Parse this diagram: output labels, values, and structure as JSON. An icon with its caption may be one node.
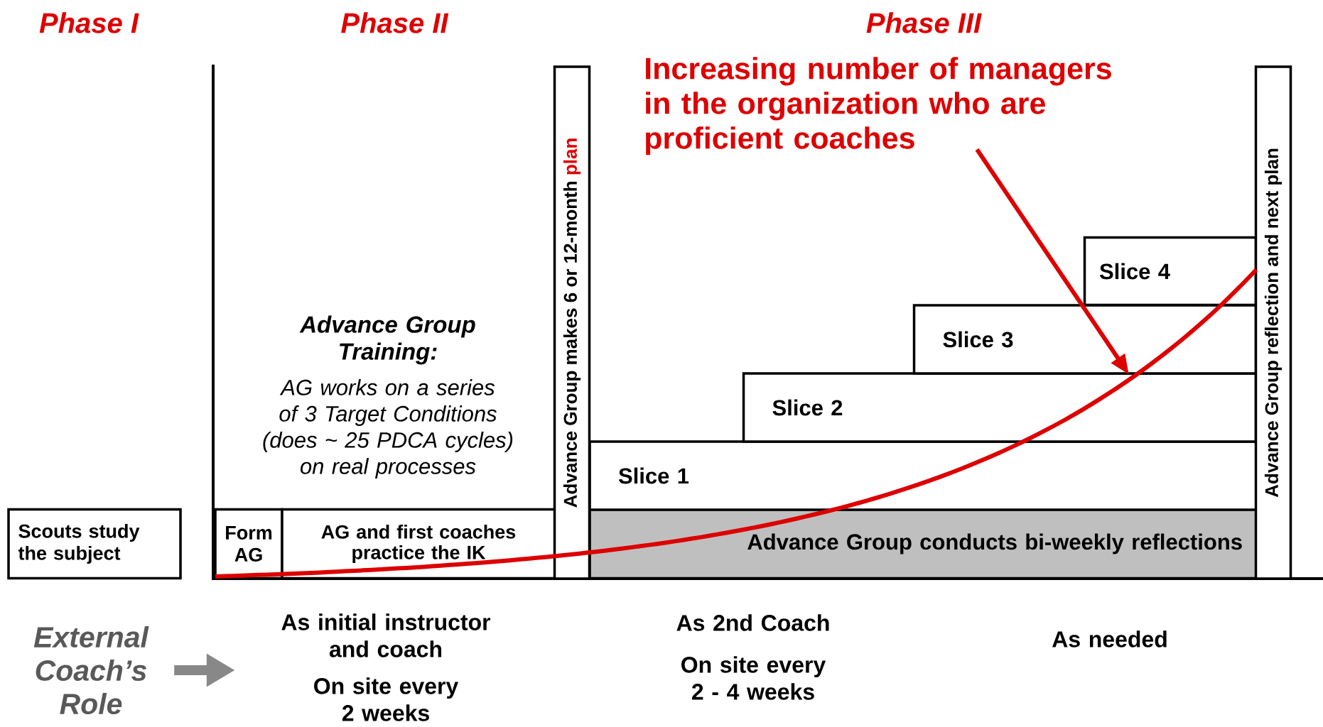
{
  "diagram": {
    "nodes": [
      {
        "text": [
          "Scouts study the subject"
        ]
      },
      {
        "text": [
          "Form AG"
        ]
      },
      {
        "text": [
          "AG and first coaches practice the IK"
        ]
      },
      {
        "text": [
          "Advance Group makes 6 or 12-month",
          "plan"
        ]
      },
      {
        "text": [
          "Advance Group conducts bi-weekly reflections"
        ]
      },
      {
        "text": [
          "Slice 1"
        ]
      },
      {
        "text": [
          "Slice 2"
        ]
      },
      {
        "text": [
          "Slice 3"
        ]
      },
      {
        "text": [
          "Slice 4"
        ]
      },
      {
        "text": [
          "Advance Group reflection and next plan"
        ]
      },
      {
        "text": [
          "Increasing number of managers in the organization who are proficient coaches"
        ]
      },
      {
        "text": [
          "External Coach’s Role"
        ]
      },
      {
        "text": [
          "As initial instructor and coach"
        ]
      }
    ],
    "edges": [
      {
        "from": 10,
        "to": 7,
        "arrow": "to",
        "color": "#dd0000"
      },
      {
        "from": 11,
        "to": 12,
        "arrow": "to",
        "color": "#888888",
        "style": "thick"
      }
    ],
    "labels": [
      "Phase I",
      "Phase II",
      "Phase III",
      "Advance Group Training:",
      "AG works on a series of 3 Target Conditions (does ~ 25 PDCA cycles) on real processes",
      "On site every 2 weeks",
      "As 2nd Coach",
      "On site every 2 - 4 weeks",
      "As needed"
    ]
  }
}
